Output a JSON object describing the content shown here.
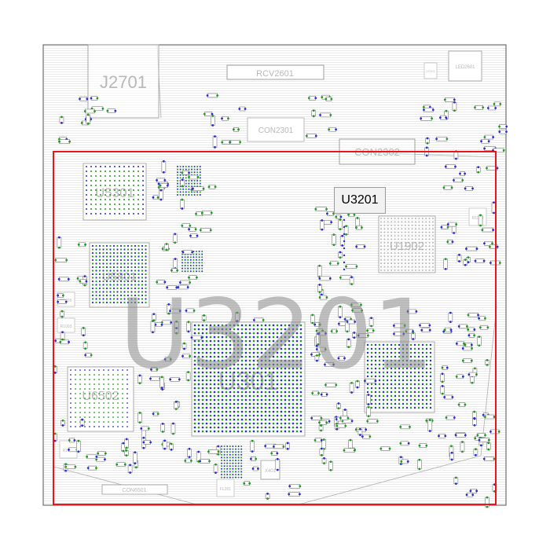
{
  "highlight": {
    "ref": "U3201",
    "tooltip": "U3201",
    "color": "#e8151b"
  },
  "colors": {
    "outline": "#555555",
    "trace": "#b0b0b0",
    "pad_green": "#1e9a1e",
    "pad_blue": "#2b2bd6",
    "label": "#b8b8b8"
  },
  "components": {
    "j2701": "J2701",
    "rcv2601": "RCV2601",
    "led2601": "LED2601",
    "con2301": "CON2301",
    "con2302": "CON2302",
    "u5301": "U5301",
    "u1902": "U1902",
    "u5801": "U5801",
    "u301": "U301",
    "u6502": "U6502",
    "x401": "X401",
    "con6501": "CON6501",
    "r1": "R1009",
    "r2": "R1003",
    "r3": "R1003",
    "r4": "R1019",
    "r5": "FL201",
    "r6": "U2101"
  }
}
